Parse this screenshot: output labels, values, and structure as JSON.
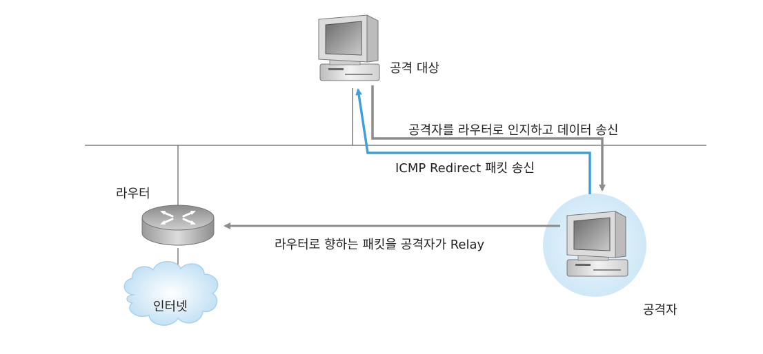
{
  "nodes": {
    "target": {
      "label": "공격 대상",
      "icon": "desktop-computer-icon"
    },
    "attacker": {
      "label": "공격자",
      "icon": "desktop-computer-icon"
    },
    "router": {
      "label": "라우터",
      "icon": "router-icon"
    },
    "internet": {
      "label": "인터넷",
      "icon": "cloud-icon"
    }
  },
  "flows": {
    "data_send": {
      "label": "공격자를 라우터로 인지하고 데이터 송신",
      "color": "#8c8c8c"
    },
    "icmp_redirect": {
      "label": "ICMP Redirect 패킷 송신",
      "color": "#3fa0dc"
    },
    "relay": {
      "label": "라우터로 향하는 패킷을 공격자가 Relay",
      "color": "#8c8c8c"
    }
  },
  "colors": {
    "network_line": "#666666",
    "attacker_highlight": "#d6ecf8",
    "cloud": "#cfe7f7"
  }
}
